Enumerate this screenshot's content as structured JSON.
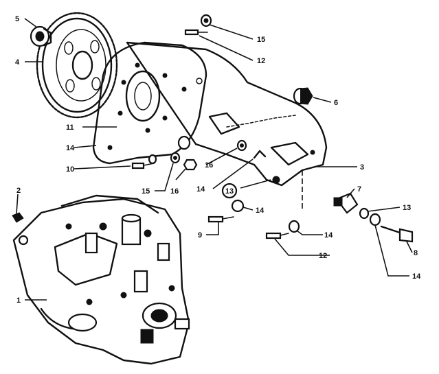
{
  "callouts": [
    {
      "id": "c5",
      "label": "5"
    },
    {
      "id": "c4",
      "label": "4"
    },
    {
      "id": "c15a",
      "label": "15"
    },
    {
      "id": "c12a",
      "label": "12"
    },
    {
      "id": "c6",
      "label": "6"
    },
    {
      "id": "c11",
      "label": "11"
    },
    {
      "id": "c14a",
      "label": "14"
    },
    {
      "id": "c10",
      "label": "10"
    },
    {
      "id": "c15b",
      "label": "15"
    },
    {
      "id": "c16a",
      "label": "16"
    },
    {
      "id": "c16b",
      "label": "16"
    },
    {
      "id": "c14b",
      "label": "14"
    },
    {
      "id": "c3",
      "label": "3"
    },
    {
      "id": "c13a",
      "label": "13"
    },
    {
      "id": "c7",
      "label": "7"
    },
    {
      "id": "c14c",
      "label": "14"
    },
    {
      "id": "c13b",
      "label": "13"
    },
    {
      "id": "c2",
      "label": "2"
    },
    {
      "id": "c9",
      "label": "9"
    },
    {
      "id": "c14d",
      "label": "14"
    },
    {
      "id": "c12b",
      "label": "12"
    },
    {
      "id": "c8",
      "label": "8"
    },
    {
      "id": "c14e",
      "label": "14"
    },
    {
      "id": "c1",
      "label": "1"
    }
  ],
  "colors": {
    "ink": "#111111",
    "paper": "#ffffff"
  }
}
